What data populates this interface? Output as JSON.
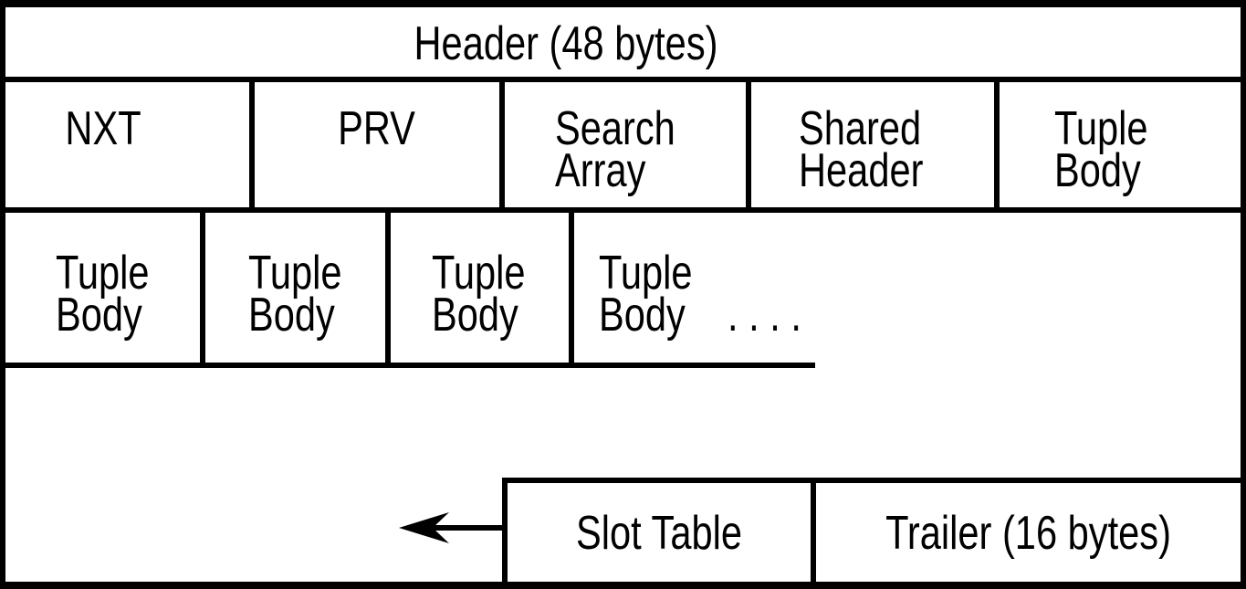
{
  "diagram": {
    "header": {
      "label": "Header (48 bytes)"
    },
    "fields_row": {
      "cells": [
        {
          "label": "NXT"
        },
        {
          "label": "PRV"
        },
        {
          "label": "Search\nArray"
        },
        {
          "label": "Shared\nHeader"
        },
        {
          "label": "Tuple\nBody"
        }
      ]
    },
    "tuple_row": {
      "cells": [
        {
          "label": "Tuple\nBody"
        },
        {
          "label": "Tuple\nBody"
        },
        {
          "label": "Tuple\nBody"
        },
        {
          "label": "Tuple\nBody    . . . ."
        }
      ]
    },
    "bottom_row": {
      "slot_table": {
        "label": "Slot Table"
      },
      "trailer": {
        "label": "Trailer (16 bytes)"
      }
    },
    "icons": {
      "arrow": "left-arrow"
    },
    "colors": {
      "line": "#000000",
      "background": "#ffffff"
    }
  }
}
